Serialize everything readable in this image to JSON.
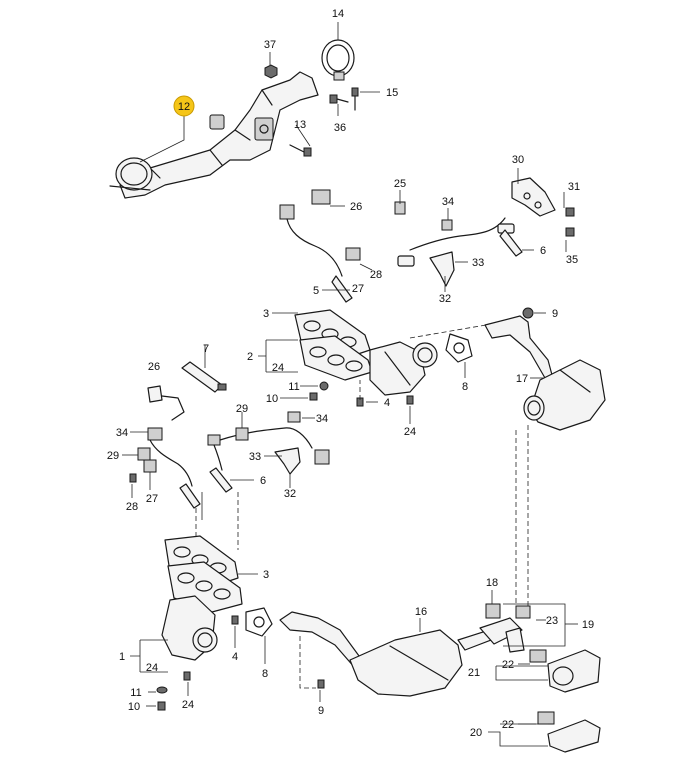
{
  "highlight_color": "#f5c518",
  "callouts": {
    "c12": "12",
    "c14": "14",
    "c37": "37",
    "c15": "15",
    "c36": "36",
    "c13": "13",
    "c30": "30",
    "c31": "31",
    "c35": "35",
    "c25": "25",
    "c26a": "26",
    "c34a": "34",
    "c28a": "28",
    "c27a": "27",
    "c5": "5",
    "c6a": "6",
    "c33a": "33",
    "c32a": "32",
    "c3a": "3",
    "c2": "2",
    "c24a": "24",
    "c11a": "11",
    "c10a": "10",
    "c4a": "4",
    "c24b": "24",
    "c8a": "8",
    "c9a": "9",
    "c17": "17",
    "c7": "7",
    "c26b": "26",
    "c29a": "29",
    "c34b": "34",
    "c34c": "34",
    "c33b": "33",
    "c29b": "29",
    "c27b": "27",
    "c28b": "28",
    "c6b": "6",
    "c32b": "32",
    "c3b": "3",
    "c1": "1",
    "c24c": "24",
    "c4b": "4",
    "c11b": "11",
    "c10b": "10",
    "c24d": "24",
    "c8b": "8",
    "c9b": "9",
    "c16": "16",
    "c18": "18",
    "c23": "23",
    "c19": "19",
    "c22a": "22",
    "c21": "21",
    "c22b": "22",
    "c20": "20"
  }
}
